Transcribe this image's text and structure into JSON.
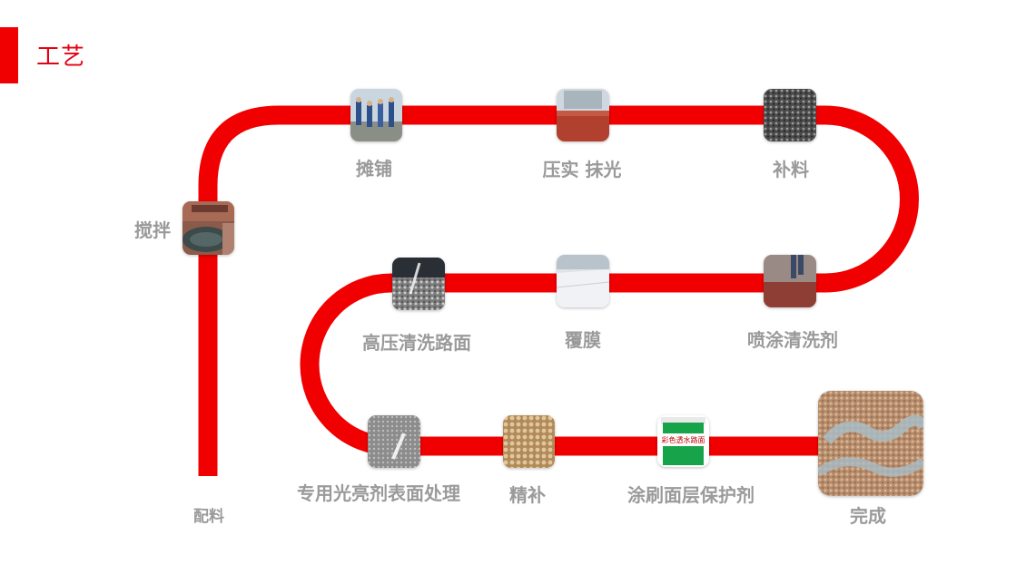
{
  "header": {
    "title": "工艺"
  },
  "colors": {
    "accent": "#f00000",
    "label": "#9a9a9a"
  },
  "steps": [
    {
      "label": "配料"
    },
    {
      "label": "搅拌"
    },
    {
      "label": "摊铺"
    },
    {
      "label": "压实 抹光"
    },
    {
      "label": "补料"
    },
    {
      "label": "喷涂清洗剂"
    },
    {
      "label": "覆膜"
    },
    {
      "label": "高压清洗路面"
    },
    {
      "label": "专用光亮剂表面处理"
    },
    {
      "label": "精补"
    },
    {
      "label": "涂刷面层保护剂"
    },
    {
      "label": "完成"
    }
  ],
  "bucket_label": "彩色透水路面"
}
